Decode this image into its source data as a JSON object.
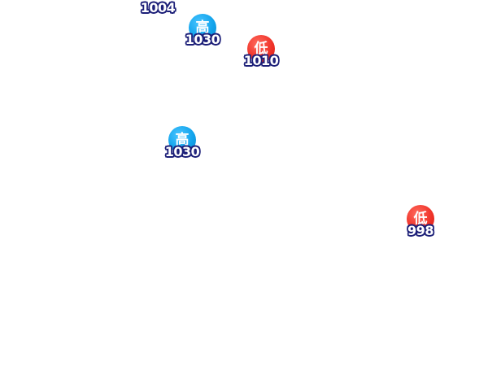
{
  "markers": [
    {
      "id": "m1",
      "badge": "",
      "value": "1004"
    },
    {
      "id": "m2",
      "badge": "高",
      "type": "high",
      "value": "1030"
    },
    {
      "id": "m3",
      "badge": "低",
      "type": "low",
      "value": "1010"
    },
    {
      "id": "m4",
      "badge": "高",
      "type": "high",
      "value": "1030"
    },
    {
      "id": "m5",
      "badge": "低",
      "type": "low",
      "value": "998"
    }
  ],
  "colors": {
    "high": "#13a4ec",
    "low": "#f0342a",
    "value_outline": "#1c1f78",
    "value_fill": "#ffffff",
    "background": "#ffffff"
  }
}
